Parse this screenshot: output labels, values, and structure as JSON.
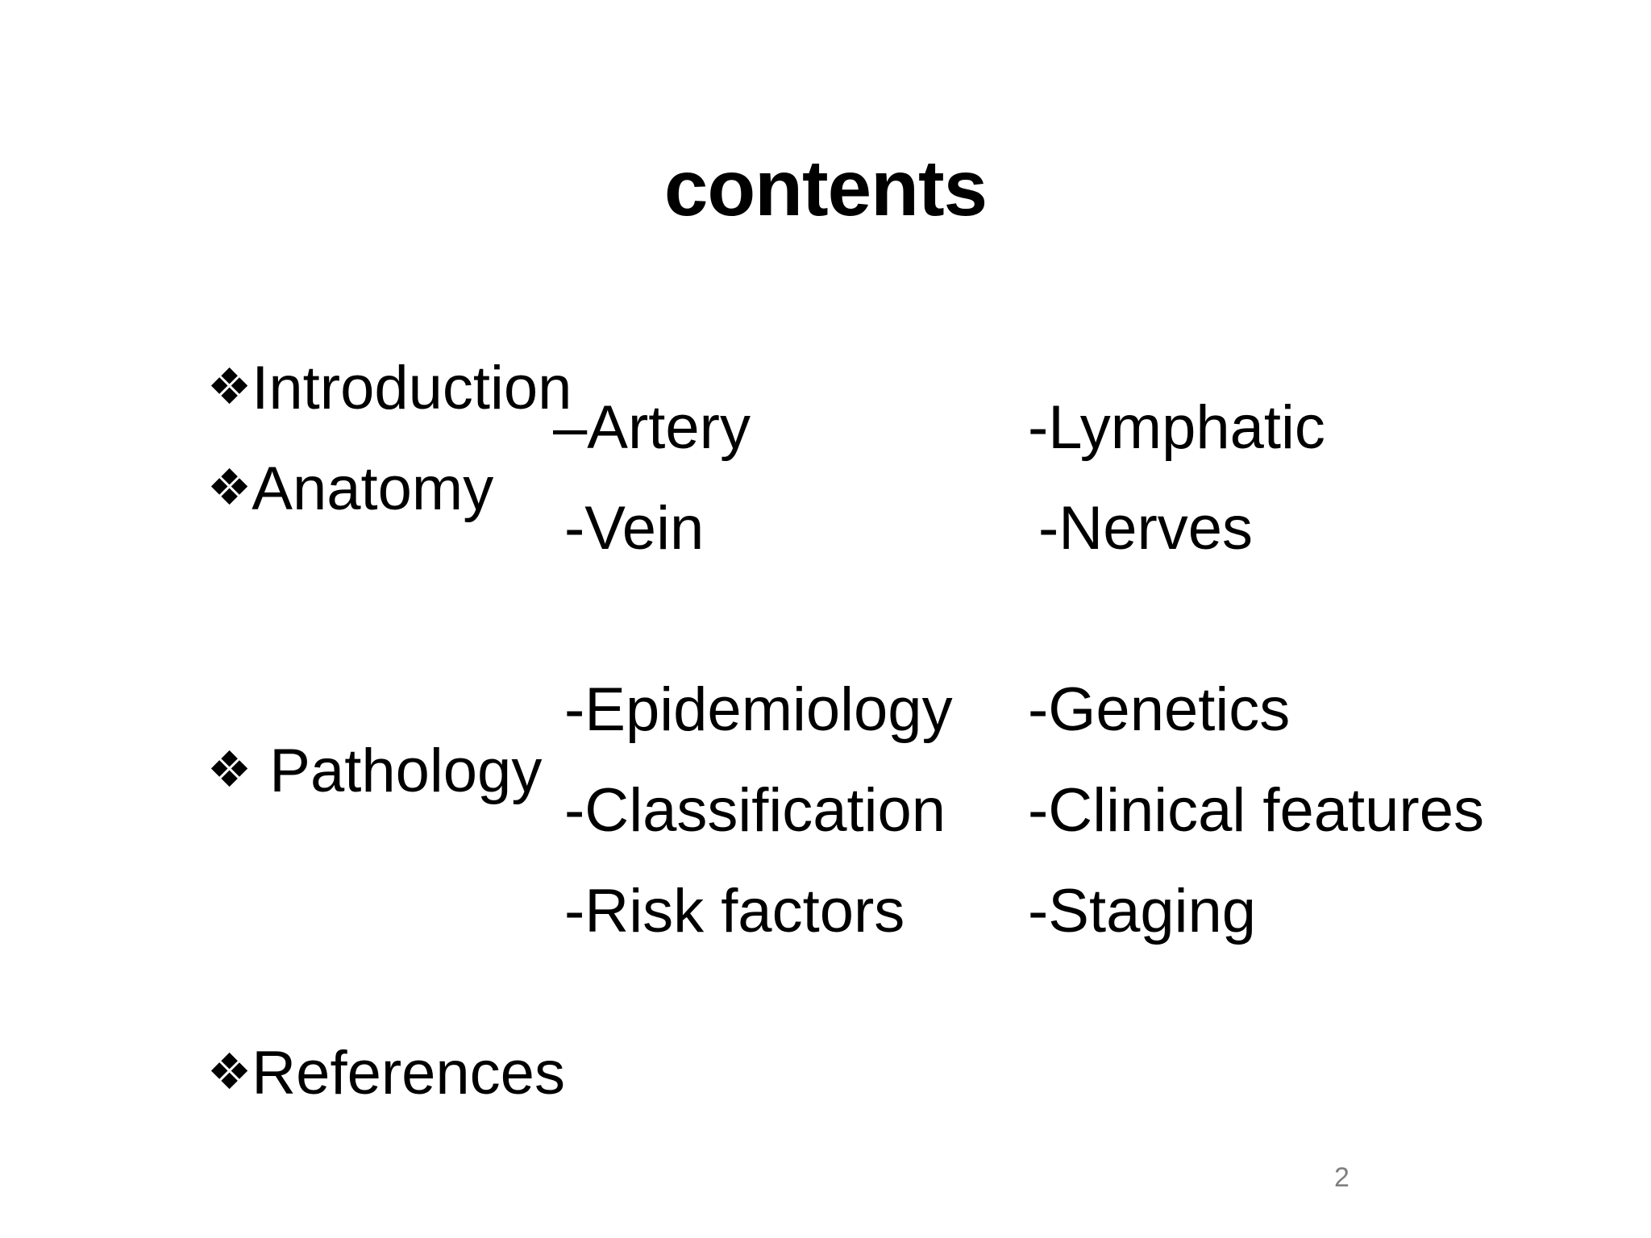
{
  "slide": {
    "title": "contents",
    "page_number": "2",
    "background_color": "#ffffff",
    "text_color": "#000000",
    "page_number_color": "#7f7f7f",
    "bullet_glyph": "❖",
    "bullet_icon_name": "diamond-cluster-bullet"
  },
  "outline": {
    "rows": [
      {
        "id": "introduction",
        "left": "Introduction",
        "bulleted": true,
        "bullet_spacer": false,
        "middle": "",
        "right": ""
      },
      {
        "id": "anatomy",
        "left": "Anatomy",
        "bulleted": true,
        "bullet_spacer": false,
        "middle": "–Artery",
        "right": "-Lymphatic"
      },
      {
        "id": "anatomy-sub-1",
        "left": "",
        "bulleted": false,
        "bullet_spacer": false,
        "middle": "-Vein",
        "right": "-Nerves"
      },
      {
        "id": "pathology",
        "left": "Pathology",
        "bulleted": true,
        "bullet_spacer": true,
        "middle": "-Epidemiology",
        "right": "-Genetics"
      },
      {
        "id": "pathology-sub-1",
        "left": "",
        "bulleted": false,
        "bullet_spacer": false,
        "middle": "-Classification",
        "right": "-Clinical features"
      },
      {
        "id": "pathology-sub-2",
        "left": "",
        "bulleted": false,
        "bullet_spacer": false,
        "middle": "-Risk factors",
        "right": "-Staging"
      },
      {
        "id": "references",
        "left": "References",
        "bulleted": true,
        "bullet_spacer": false,
        "middle": "",
        "right": ""
      }
    ]
  }
}
